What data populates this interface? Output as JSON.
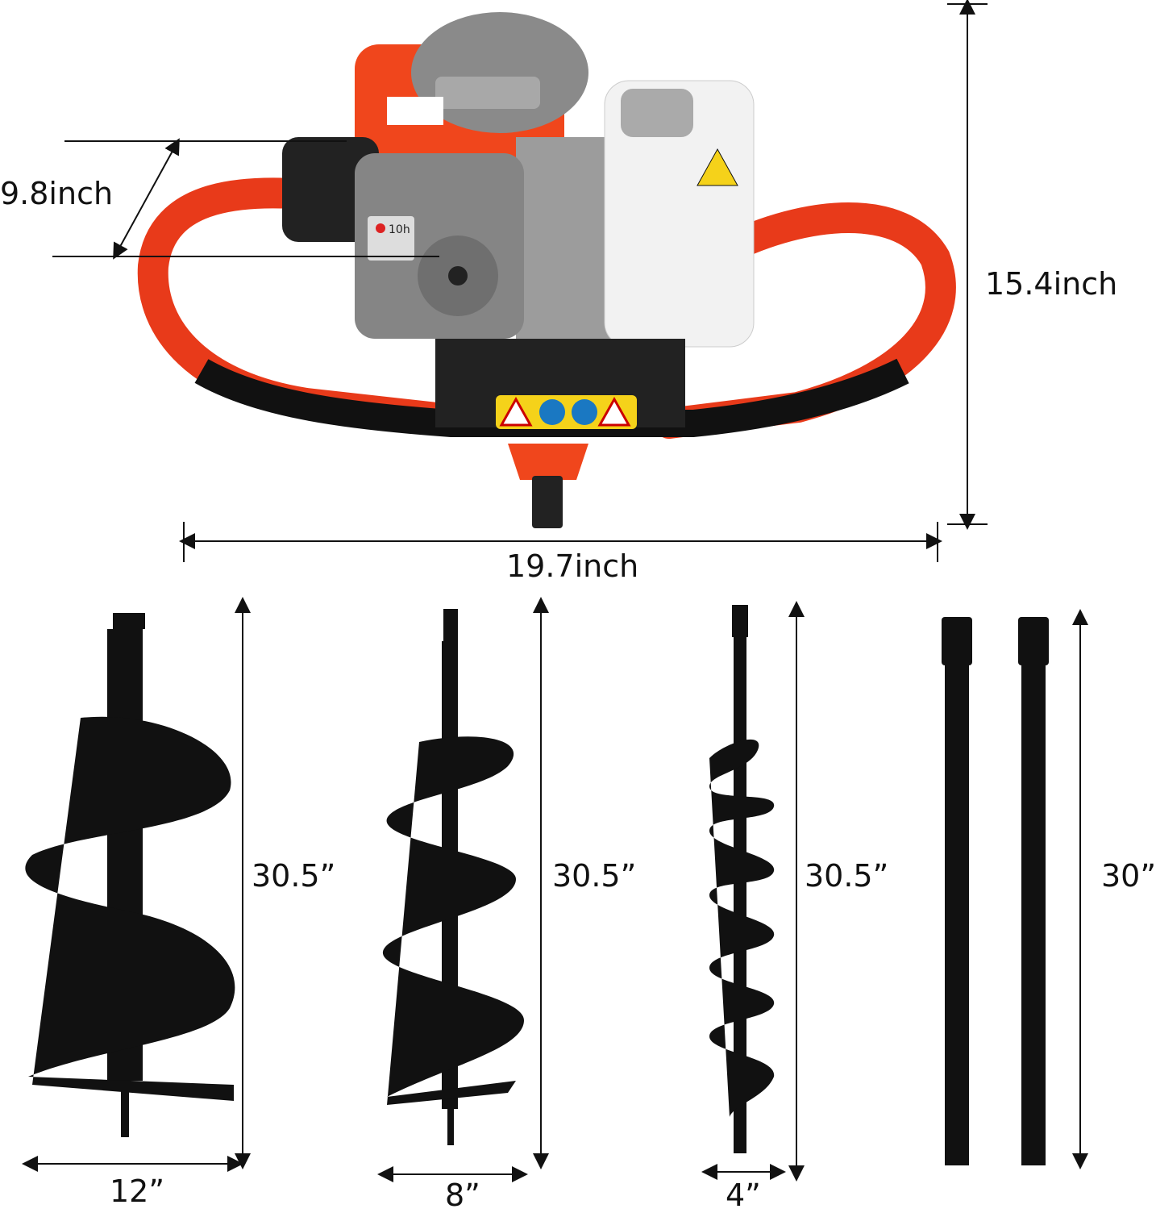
{
  "engine": {
    "dimensions": {
      "depth": "9.8inch",
      "height": "15.4inch",
      "width": "19.7inch"
    },
    "label_hours": "10h"
  },
  "augers": [
    {
      "length": "30.5”",
      "diameter": "12”"
    },
    {
      "length": "30.5”",
      "diameter": "8”"
    },
    {
      "length": "30.5”",
      "diameter": "4”"
    }
  ],
  "extension_rods": {
    "length": "30”"
  },
  "colors": {
    "body": "#f0461c",
    "gray": "#8a8a8a",
    "steel": "#111111",
    "tank": "#f2f2f2",
    "warning": "#f5d21a"
  }
}
